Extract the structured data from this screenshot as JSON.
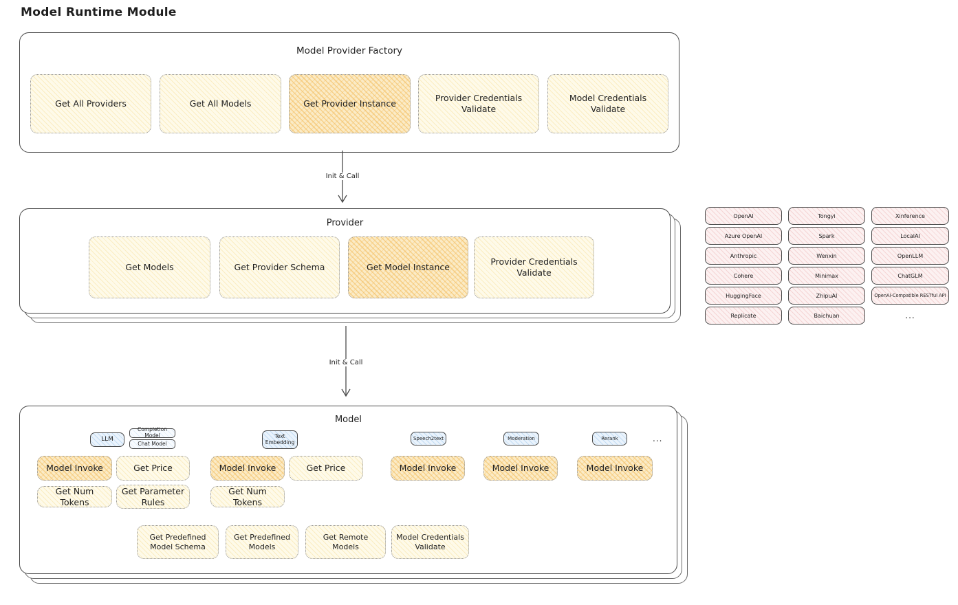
{
  "page_title": "Model Runtime Module",
  "factory": {
    "title": "Model Provider Factory",
    "methods": [
      {
        "label": "Get All Providers",
        "highlight": false
      },
      {
        "label": "Get All Models",
        "highlight": false
      },
      {
        "label": "Get Provider Instance",
        "highlight": true
      },
      {
        "label": "Provider Credentials Validate",
        "highlight": false
      },
      {
        "label": "Model Credentials Validate",
        "highlight": false
      }
    ]
  },
  "arrows": {
    "init_call_1": "Init & Call",
    "init_call_2": "Init & Call"
  },
  "provider": {
    "title": "Provider",
    "methods": [
      {
        "label": "Get Models",
        "highlight": false
      },
      {
        "label": "Get Provider Schema",
        "highlight": false
      },
      {
        "label": "Get Model Instance",
        "highlight": true
      },
      {
        "label": "Provider Credentials Validate",
        "highlight": false
      }
    ]
  },
  "provider_list": {
    "items": [
      "OpenAI",
      "Tongyi",
      "Xinference",
      "Azure OpenAI",
      "Spark",
      "LocalAI",
      "Anthropic",
      "Wenxin",
      "OpenLLM",
      "Cohere",
      "Minimax",
      "ChatGLM",
      "HuggingFace",
      "ZhipuAI",
      "OpenAI-Compatible RESTful API",
      "Replicate",
      "Baichuan"
    ],
    "more": "..."
  },
  "model": {
    "title": "Model",
    "types": [
      {
        "label": "LLM"
      },
      {
        "label": "Completion Model"
      },
      {
        "label": "Chat Model"
      },
      {
        "label": "Text Embedding"
      },
      {
        "label": "Speech2text"
      },
      {
        "label": "Moderation"
      },
      {
        "label": "Rerank"
      }
    ],
    "more": "...",
    "methods": {
      "model_invoke": "Model Invoke",
      "get_price": "Get Price",
      "get_num_tokens": "Get Num Tokens",
      "get_parameter_rules": "Get Parameter Rules",
      "get_predefined_model_schema": "Get Predefined Model Schema",
      "get_predefined_models": "Get Predefined Models",
      "get_remote_models": "Get Remote Models",
      "model_credentials_validate": "Model Credentials Validate"
    }
  },
  "colors": {
    "ink": "#1e1e1e",
    "method_fill": "#FEFAE9",
    "highlight_fill": "#FBEBC6",
    "provider_chip_fill": "#FCF1F1",
    "model_type_fill": "#EAF3FC",
    "panel_border": "#454545"
  }
}
